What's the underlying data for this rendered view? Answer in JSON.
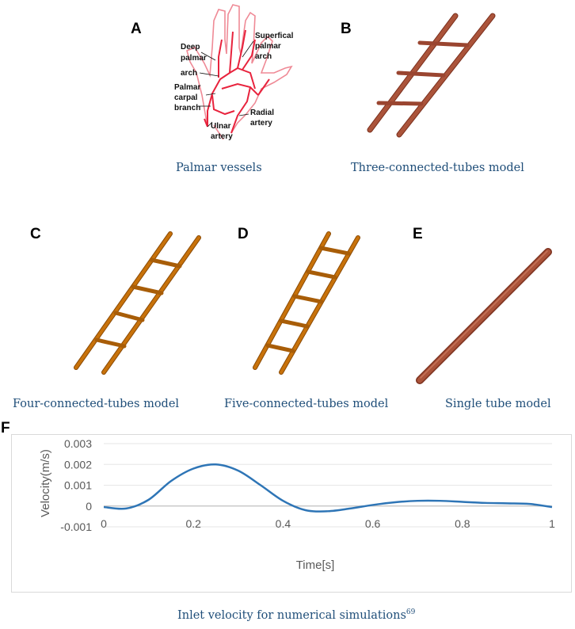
{
  "panels": {
    "A": {
      "letter": "A",
      "caption": "Palmar vessels",
      "labels": {
        "deep": "Deep",
        "palmar": "palmar",
        "arch": "arch",
        "superfical": "Superfical",
        "superfical_palmar": "palmar",
        "superfical_arch": "arch",
        "palmar_carpal_1": "Palmar",
        "palmar_carpal_2": "carpal",
        "palmar_carpal_3": "branch",
        "radial_1": "Radial",
        "radial_2": "artery",
        "ulnar_1": "Ulnar",
        "ulnar_2": "artery"
      }
    },
    "B": {
      "letter": "B",
      "caption": "Three-connected-tubes model"
    },
    "C": {
      "letter": "C",
      "caption": "Four-connected-tubes model"
    },
    "D": {
      "letter": "D",
      "caption": "Five-connected-tubes model"
    },
    "E": {
      "letter": "E",
      "caption": "Single tube model"
    },
    "F": {
      "letter": "F",
      "caption": "Inlet velocity for numerical simulations",
      "caption_ref": "69"
    }
  },
  "colors": {
    "vessel_red": "#e8233d",
    "tube_brown": "#b5553a",
    "tube_orange": "#c8720a",
    "line_blue": "#2e75b6",
    "caption_blue": "#1f4e79"
  },
  "chart_data": {
    "type": "line",
    "xlabel": "Time[s]",
    "ylabel": "Velocity(m/s)",
    "xlim": [
      0,
      1
    ],
    "ylim": [
      -0.001,
      0.003
    ],
    "xticks": [
      "0",
      "0.2",
      "0.4",
      "0.6",
      "0.8",
      "1"
    ],
    "xtick_values": [
      0,
      0.2,
      0.4,
      0.6,
      0.8,
      1
    ],
    "yticks": [
      "-0.001",
      "0",
      "0.001",
      "0.002",
      "0.003"
    ],
    "ytick_values": [
      -0.001,
      0,
      0.001,
      0.002,
      0.003
    ],
    "grid": "horizontal",
    "series": [
      {
        "x": [
          0,
          0.05,
          0.1,
          0.15,
          0.2,
          0.25,
          0.3,
          0.35,
          0.4,
          0.45,
          0.5,
          0.55,
          0.6,
          0.65,
          0.7,
          0.75,
          0.8,
          0.85,
          0.9,
          0.95,
          1.0
        ],
        "y": [
          -5e-05,
          -0.00012,
          0.0003,
          0.0012,
          0.0018,
          0.002,
          0.0017,
          0.001,
          0.00025,
          -0.0002,
          -0.00025,
          -0.00012,
          5e-05,
          0.00018,
          0.00025,
          0.00025,
          0.0002,
          0.00015,
          0.00013,
          0.0001,
          -5e-05
        ]
      }
    ]
  }
}
